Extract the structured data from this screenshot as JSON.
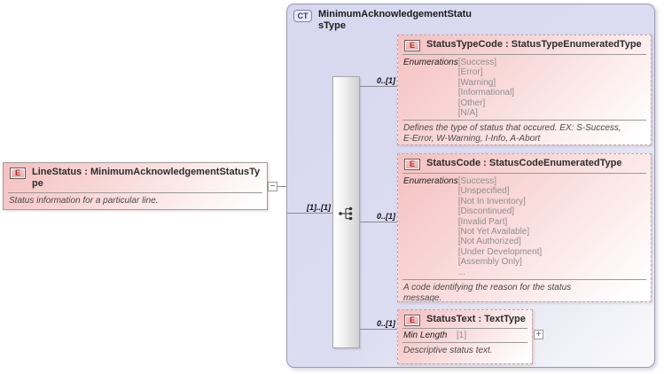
{
  "diagram": {
    "parent_element": {
      "badge": "E",
      "title": "LineStatus : MinimumAcknowledgementStatusType",
      "annotation": "Status information for a particular line.",
      "collapse_icon": "−"
    },
    "complex_type": {
      "badge": "CT",
      "title": "MinimumAcknowledgementStatusType"
    },
    "connections": {
      "parent_cardinality": "[1]..[1]"
    },
    "children": [
      {
        "badge": "E",
        "title": "StatusTypeCode : StatusTypeEnumeratedType",
        "cardinality": "0..[1]",
        "facet_label": "Enumerations",
        "enumerations": [
          "[Success]",
          "[Error]",
          "[Warning]",
          "[Informational]",
          "[Other]",
          "[N/A]"
        ],
        "annotation": "Defines the type of status that occured. EX: S-Success, E-Error, W-Warning, I-Info, A-Abort"
      },
      {
        "badge": "E",
        "title": "StatusCode : StatusCodeEnumeratedType",
        "cardinality": "0..[1]",
        "facet_label": "Enumerations",
        "enumerations": [
          "[Success]",
          "[Unspecified]",
          "[Not In Inventory]",
          "[Discontinued]",
          "[Invalid Part]",
          "[Not Yet Available]",
          "[Not Authorized]",
          "[Under Development]",
          "[Assembly Only]",
          "..."
        ],
        "annotation": "A code identifying the reason for the status message."
      },
      {
        "badge": "E",
        "title": "StatusText : TextType",
        "cardinality": "0..[1]",
        "facet_label": "Min Length",
        "facet_value": "[1]",
        "annotation": "Descriptive status text.",
        "expand_icon": "+"
      }
    ],
    "colors": {
      "container_fill": "#dcdcf2",
      "container_border": "#9a9ab0",
      "element_fill_start": "#f5c0c0",
      "element_border_optional": "#bfabab",
      "element_border_required": "#9e9e9e",
      "badge_letter": "#a52f2f",
      "connector": "#8c8c8c"
    }
  }
}
